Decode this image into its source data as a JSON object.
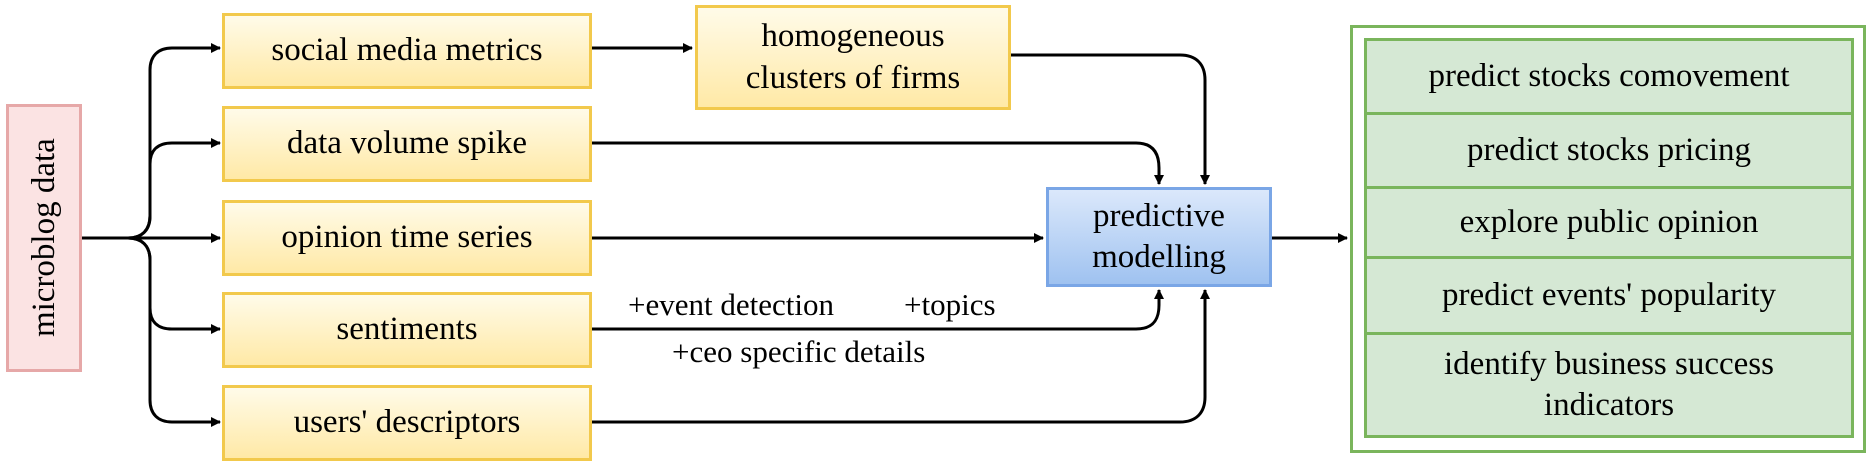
{
  "source": {
    "label": "microblog data"
  },
  "features": [
    {
      "id": "social",
      "label": "social media metrics"
    },
    {
      "id": "volume",
      "label": "data volume spike"
    },
    {
      "id": "opinion",
      "label": "opinion time series"
    },
    {
      "id": "sentiments",
      "label": "sentiments"
    },
    {
      "id": "users",
      "label": "users' descriptors"
    }
  ],
  "clusters": {
    "label": "homogeneous\nclusters of firms"
  },
  "model": {
    "label": "predictive\nmodelling"
  },
  "edge_labels": {
    "event_detection": "+event detection",
    "topics": "+topics",
    "ceo_details": "+ceo specific details"
  },
  "outcomes": [
    "predict stocks comovement",
    "predict stocks pricing",
    "explore public opinion",
    "predict events' popularity",
    "identify business success indicators"
  ],
  "colors": {
    "feature_fill": "#fff2cc",
    "feature_border": "#f2c94c",
    "source_fill": "#fbe3e3",
    "source_border": "#e6a8a8",
    "model_fill": "#9fc2f0",
    "model_border": "#7aa6e6",
    "outcome_fill": "#d5e8d4",
    "outcome_border": "#7ab55c",
    "wire": "#000000"
  }
}
